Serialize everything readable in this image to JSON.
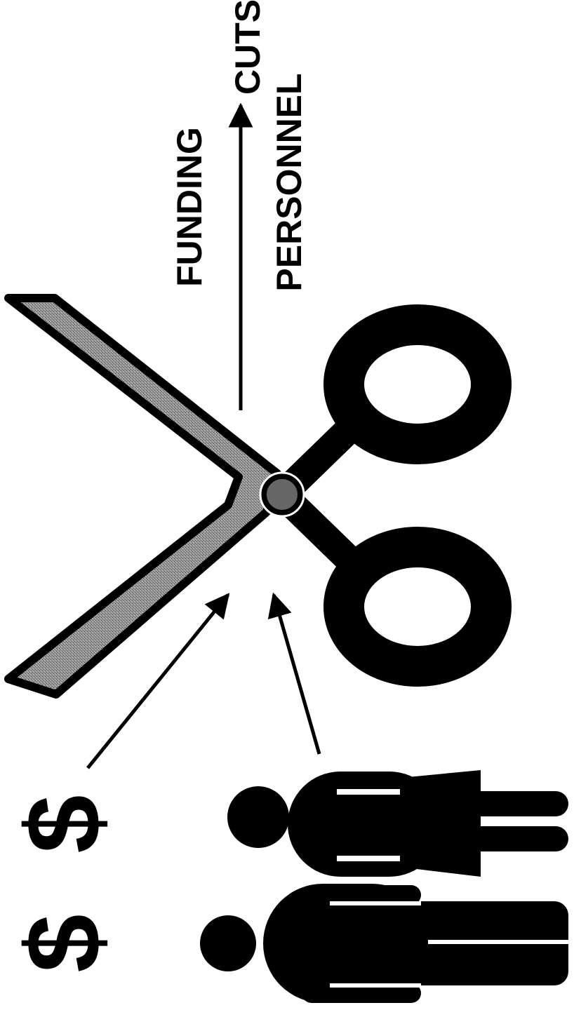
{
  "labels": {
    "funding": "FUNDING",
    "cuts": "CUTS",
    "personnel": "PERSONNEL"
  },
  "symbols": {
    "dollar_1": "$",
    "dollar_2": "$"
  },
  "colors": {
    "ink": "#000000",
    "blade_gray": "#8f8f8f",
    "background": "#ffffff"
  },
  "icons": [
    "scissors-icon",
    "dollar-sign-icon",
    "man-icon",
    "woman-icon",
    "arrow-icon"
  ]
}
